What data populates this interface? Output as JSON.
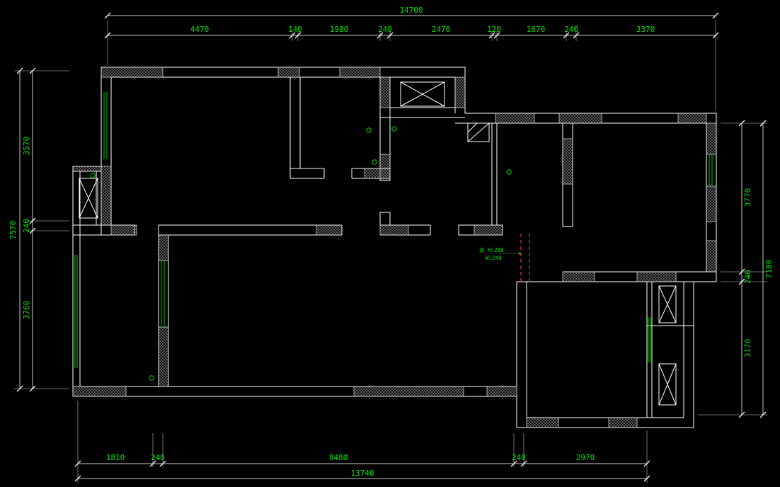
{
  "canvas": {
    "background": "#000000"
  },
  "colors": {
    "wall": "#ffffff",
    "dimension_text": "#00e400",
    "window": "#00cc00",
    "beam_dashed": "#ff2e2e",
    "hatch": "#8f8f8f"
  },
  "dimensions": {
    "top": {
      "total": "14700",
      "segments": [
        "4470",
        "140",
        "1980",
        "240",
        "2470",
        "120",
        "1670",
        "240",
        "3370"
      ]
    },
    "left": {
      "total": "7570",
      "segments": [
        "3570",
        "240",
        "3760"
      ]
    },
    "right": {
      "total": "7180",
      "segments": [
        "3770",
        "240",
        "3170"
      ]
    },
    "bottom": {
      "total": "13740",
      "segments": [
        "1810",
        "240",
        "8480",
        "240",
        "2970"
      ]
    }
  },
  "annotations": {
    "beam": {
      "line1": "梁 H:280",
      "line2": "W:240"
    }
  }
}
